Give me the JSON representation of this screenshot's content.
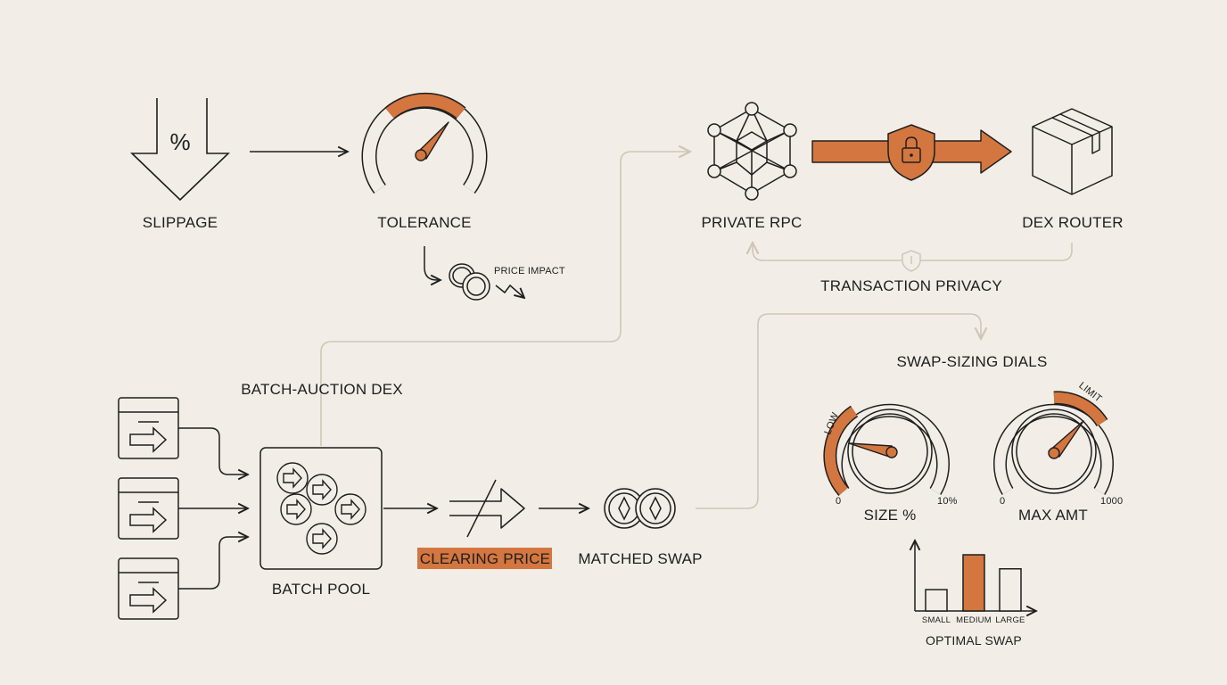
{
  "labels": {
    "slippage": "SLIPPAGE",
    "tolerance": "TOLERANCE",
    "price_impact": "PRICE IMPACT",
    "private_rpc": "PRIVATE RPC",
    "dex_router": "DEX ROUTER",
    "transaction_privacy": "TRANSACTION PRIVACY",
    "batch_auction_dex": "BATCH-AUCTION DEX",
    "batch_pool": "BATCH POOL",
    "clearing_price": "CLEARING PRICE",
    "matched_swap": "MATCHED SWAP",
    "swap_sizing_dials": "SWAP-SIZING DIALS",
    "size_pct": "SIZE %",
    "max_amt": "MAX AMT",
    "optimal_swap": "OPTIMAL SWAP"
  },
  "icons": {
    "percent_glyph": "%"
  },
  "dials": {
    "size": {
      "low_label": "LOW",
      "min": "0",
      "max": "10%"
    },
    "max_amt": {
      "limit_label": "LIMIT",
      "min": "0",
      "max": "1000"
    }
  },
  "chart_data": {
    "type": "bar",
    "categories": [
      "SMALL",
      "MEDIUM",
      "LARGE"
    ],
    "values": [
      0.38,
      1.0,
      0.75
    ],
    "highlight": "MEDIUM",
    "title": "OPTIMAL SWAP"
  },
  "colors": {
    "ink": "#1e1e1e",
    "accent": "#d4763f",
    "background": "#f2eee7",
    "connector": "#cfc6b8"
  }
}
